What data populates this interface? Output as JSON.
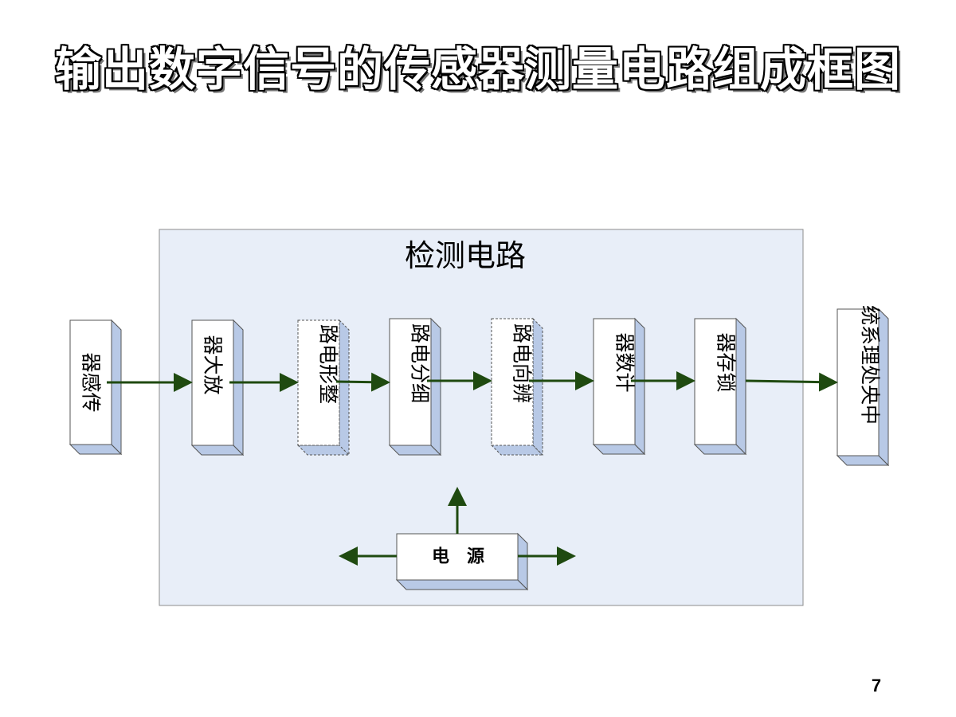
{
  "title": "输出数字信号的传感器测量电路组成框图",
  "page_number": "7",
  "group": {
    "label": "检测电路"
  },
  "blocks": [
    {
      "id": "sensor",
      "label": "器感传"
    },
    {
      "id": "amplifier",
      "label": "器大放"
    },
    {
      "id": "shaping",
      "label": "路电形整"
    },
    {
      "id": "divider",
      "label": "路电分细"
    },
    {
      "id": "direction",
      "label": "路电向辨"
    },
    {
      "id": "counter",
      "label": "器数计"
    },
    {
      "id": "latch",
      "label": "器存锁"
    },
    {
      "id": "cpu",
      "label": "统系理处央中"
    },
    {
      "id": "power",
      "label": "电　源"
    }
  ],
  "colors": {
    "arrow": "#1f4a10",
    "group_fill": "#e8eef8",
    "face": "#ffffff",
    "side": "#b8c9e6"
  }
}
